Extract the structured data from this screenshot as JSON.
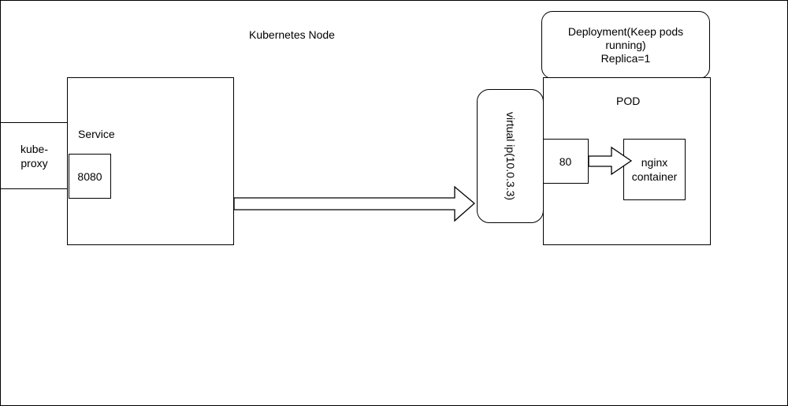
{
  "diagram": {
    "node_label": "Kubernetes Node",
    "deployment": {
      "line1": "Deployment(Keep pods",
      "line2": "running)",
      "line3": "Replica=1"
    },
    "pod_label": "POD",
    "service_label": "Service",
    "kube_proxy": {
      "line1": "kube-",
      "line2": "proxy"
    },
    "service_port": "8080",
    "virtual_ip": "virtual ip(10.0.3.3)",
    "pod_port": "80",
    "container": {
      "line1": "nginx",
      "line2": "container"
    }
  }
}
